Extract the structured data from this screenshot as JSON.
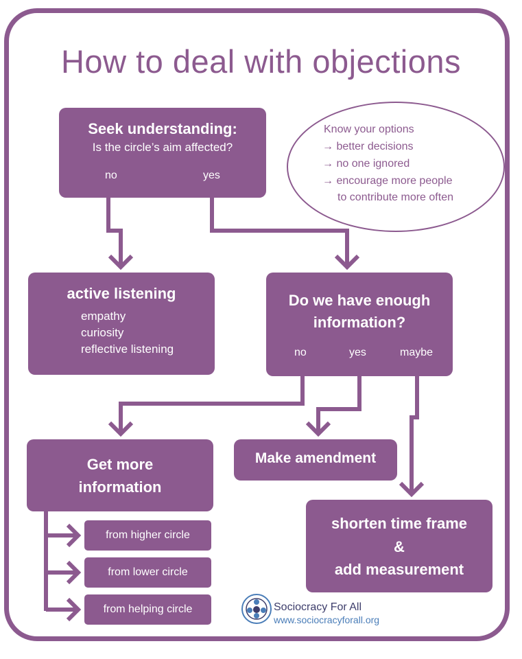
{
  "title": "How to deal with objections",
  "seek": {
    "heading": "Seek understanding:",
    "question": "Is the circle’s aim affected?",
    "no": "no",
    "yes": "yes"
  },
  "options": {
    "heading": "Know your options",
    "items": [
      "better decisions",
      "no one ignored",
      "encourage more people"
    ],
    "continuation": "to contribute more often"
  },
  "active": {
    "heading": "active listening",
    "items": [
      "empathy",
      "curiosity",
      "reflective listening"
    ]
  },
  "info": {
    "heading_line1": "Do we have enough",
    "heading_line2": "information?",
    "no": "no",
    "yes": "yes",
    "maybe": "maybe"
  },
  "get_more": {
    "line1": "Get more",
    "line2": "information"
  },
  "amend": {
    "label": "Make amendment"
  },
  "sources": [
    "from higher circle",
    "from lower circle",
    "from helping circle"
  ],
  "shorten": {
    "line1": "shorten time frame",
    "line2": "&",
    "line3": "add measurement"
  },
  "logo": {
    "name": "Sociocracy For All",
    "url": "www.sociocracyforall.org"
  },
  "colors": {
    "purple": "#8c5a8f",
    "logo_blue": "#4a7db8"
  }
}
